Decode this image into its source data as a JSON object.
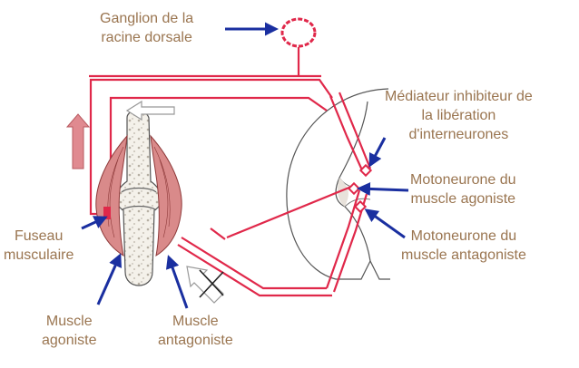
{
  "labels": {
    "ganglion": [
      "Ganglion de la",
      "racine dorsale"
    ],
    "mediateur": [
      "Médiateur inhibiteur de",
      "la libération",
      "d'interneurones"
    ],
    "moto_agoniste": [
      "Motoneurone du",
      "muscle agoniste"
    ],
    "moto_antagoniste": [
      "Motoneurone du",
      "muscle antagoniste"
    ],
    "fuseau": [
      "Fuseau",
      "musculaire"
    ],
    "muscle_agoniste": [
      "Muscle",
      "agoniste"
    ],
    "muscle_antagoniste": [
      "Muscle",
      "antagoniste"
    ]
  },
  "colors": {
    "label_text": "#9a7550",
    "pointer_arrow": "#1a2fa0",
    "nerve": "#e0284a",
    "muscle": "#d98a8a",
    "bone": "#f4f1ea",
    "outline": "#555555"
  }
}
